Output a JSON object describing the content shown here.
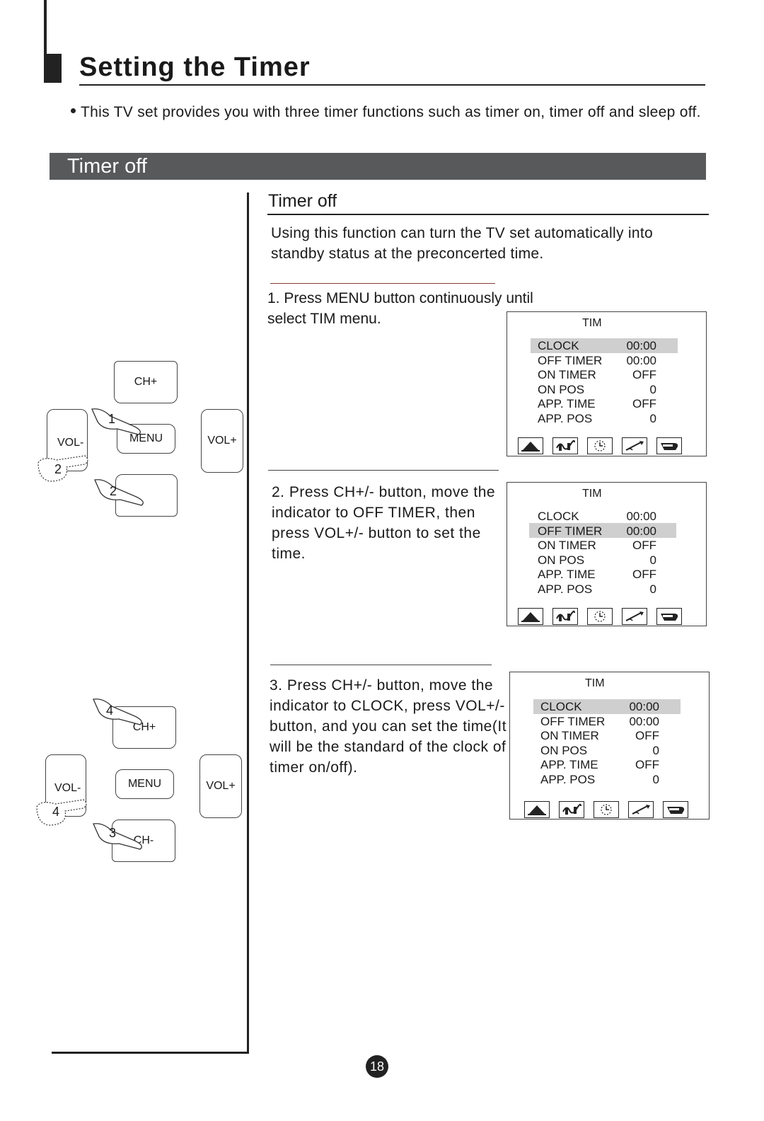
{
  "title": "Setting the Timer",
  "intro": "This TV set provides you with three timer functions such as timer on, timer off and sleep off.",
  "banner": "Timer off",
  "subheading": "Timer off",
  "description": "Using this function can turn the TV set automatically into standby status at the preconcerted time.",
  "steps": [
    {
      "text": "1. Press MENU button continuously until select TIM menu."
    },
    {
      "text": "2. Press CH+/- button, move the indicator to OFF TIMER, then press VOL+/- button to set the time."
    },
    {
      "text": "3. Press CH+/- button, move the indicator to CLOCK, press VOL+/- button, and you can set the time(It will be the standard of the clock of timer on/off)."
    }
  ],
  "osd_menus": [
    {
      "title": "TIM",
      "highlight": 0,
      "rows": [
        {
          "label": "CLOCK",
          "value": "00:00"
        },
        {
          "label": "OFF TIMER",
          "value": "00:00"
        },
        {
          "label": "ON TIMER",
          "value": "OFF"
        },
        {
          "label": "ON POS",
          "value": "0"
        },
        {
          "label": "APP. TIME",
          "value": "OFF"
        },
        {
          "label": "APP. POS",
          "value": "0"
        }
      ]
    },
    {
      "title": "TIM",
      "highlight": 1,
      "rows": [
        {
          "label": "CLOCK",
          "value": "00:00"
        },
        {
          "label": "OFF TIMER",
          "value": "00:00"
        },
        {
          "label": "ON TIMER",
          "value": "OFF"
        },
        {
          "label": "ON POS",
          "value": "0"
        },
        {
          "label": "APP. TIME",
          "value": "OFF"
        },
        {
          "label": "APP. POS",
          "value": "0"
        }
      ]
    },
    {
      "title": "TIM",
      "highlight": 0,
      "rows": [
        {
          "label": "CLOCK",
          "value": "00:00"
        },
        {
          "label": "OFF TIMER",
          "value": "00:00"
        },
        {
          "label": "ON TIMER",
          "value": "OFF"
        },
        {
          "label": "ON POS",
          "value": "0"
        },
        {
          "label": "APP. TIME",
          "value": "OFF"
        },
        {
          "label": "APP. POS",
          "value": "0"
        }
      ]
    }
  ],
  "osd_icons": [
    "picture-icon",
    "sound-icon",
    "timer-icon",
    "setup-icon",
    "function-icon"
  ],
  "remote_keys": {
    "ch_plus": "CH+",
    "ch_minus": "CH-",
    "menu": "MENU",
    "vol_minus": "VOL-",
    "vol_plus": "VOL+"
  },
  "remote_markers": {
    "top": [
      "1",
      "2",
      "2"
    ],
    "bottom": [
      "4",
      "4",
      "3"
    ]
  },
  "page_number": "18"
}
